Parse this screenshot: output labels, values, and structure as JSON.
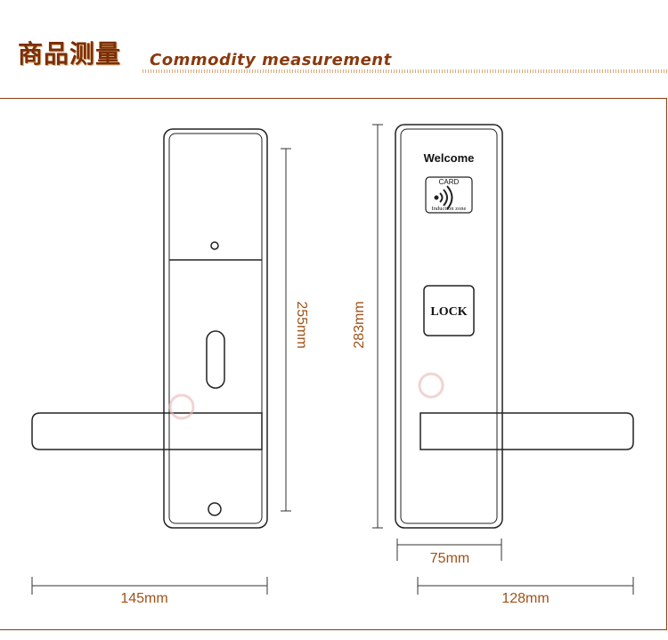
{
  "header": {
    "title_cn": "商品测量",
    "title_en": "Commodity measurement"
  },
  "front_panel": {
    "welcome": "Welcome",
    "card_label": "CARD",
    "induction_label": "Induction zone",
    "lock_label": "LOCK"
  },
  "dimensions": {
    "back_height": "255mm",
    "front_height": "283mm",
    "front_width": "75mm",
    "back_handle_width": "145mm",
    "front_handle_width": "128mm"
  },
  "colors": {
    "accent": "#7a2f08",
    "dimension_text": "#a05218",
    "frame": "#8c3a12",
    "outline": "#222222"
  }
}
